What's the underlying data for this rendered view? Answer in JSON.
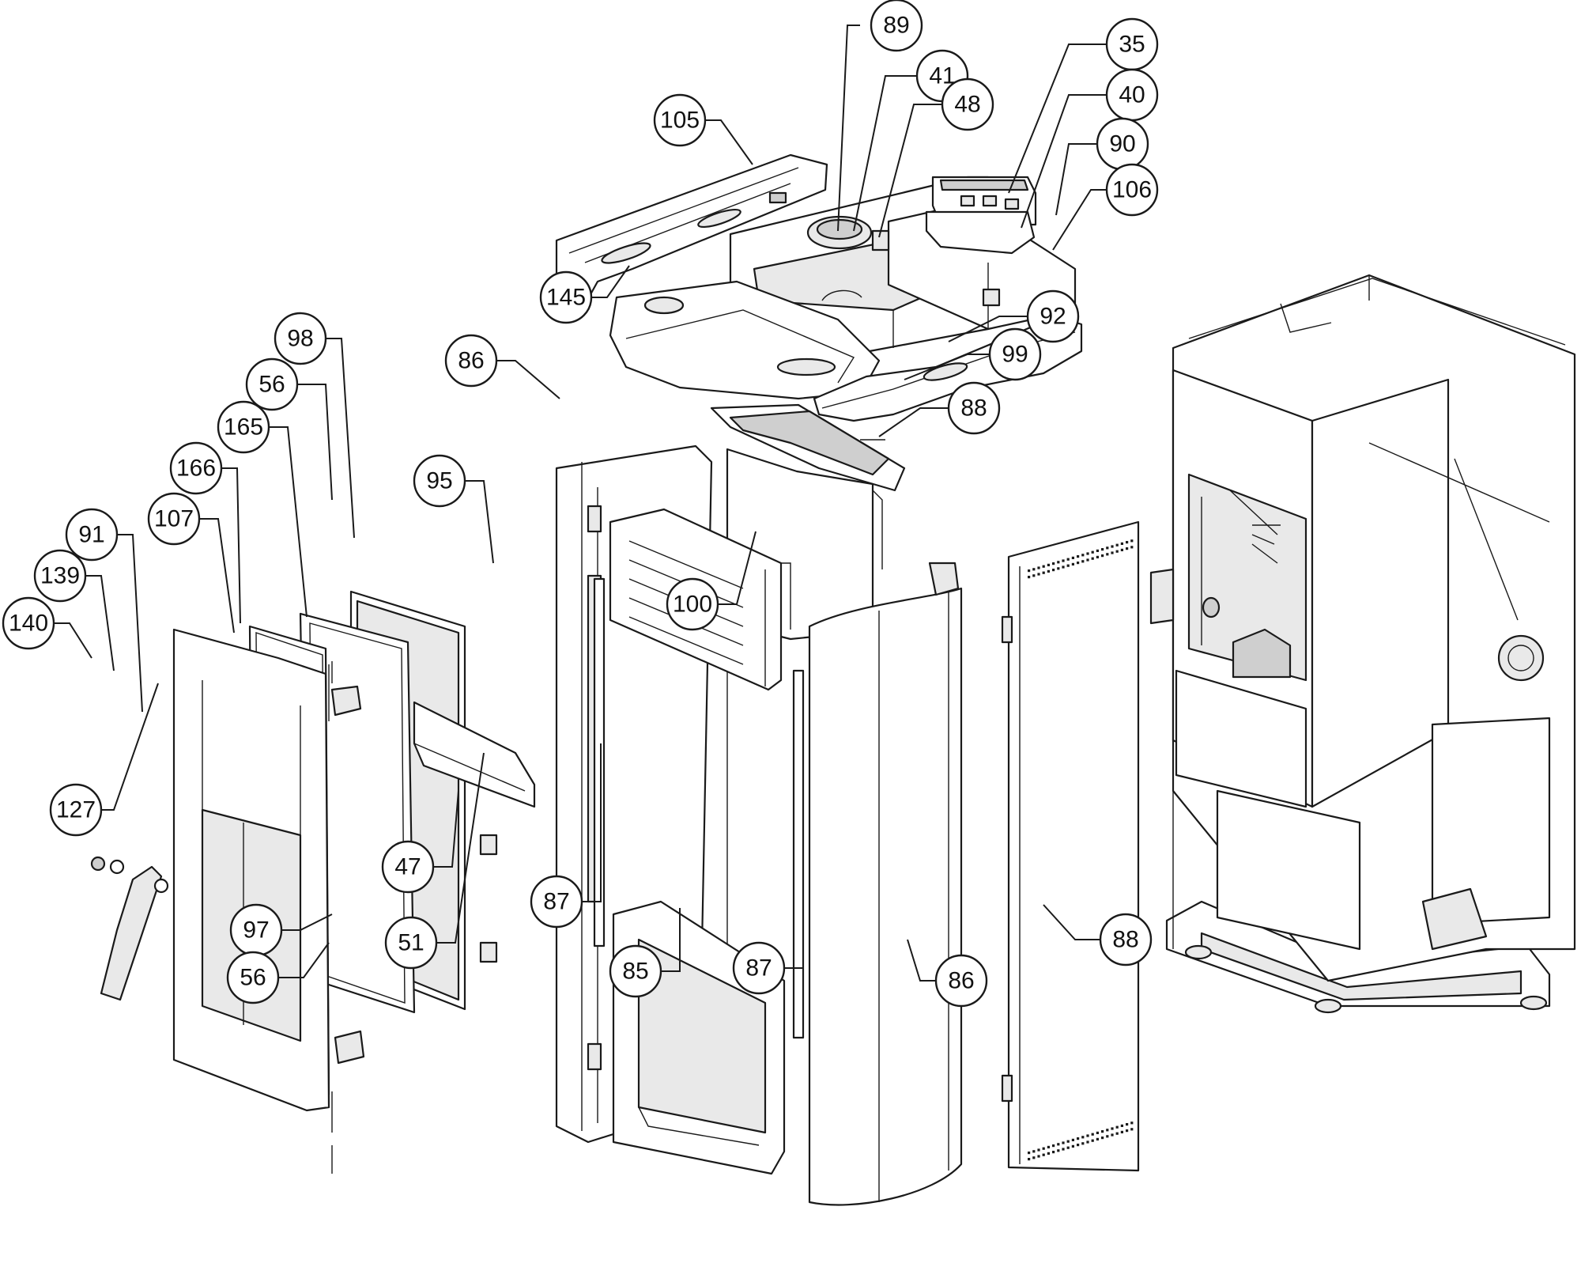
{
  "callouts": [
    {
      "id": "89"
    },
    {
      "id": "41"
    },
    {
      "id": "35"
    },
    {
      "id": "48"
    },
    {
      "id": "40"
    },
    {
      "id": "105"
    },
    {
      "id": "90"
    },
    {
      "id": "106"
    },
    {
      "id": "145"
    },
    {
      "id": "92"
    },
    {
      "id": "99"
    },
    {
      "id": "98"
    },
    {
      "id": "86"
    },
    {
      "id": "88"
    },
    {
      "id": "56"
    },
    {
      "id": "165"
    },
    {
      "id": "166"
    },
    {
      "id": "95"
    },
    {
      "id": "91"
    },
    {
      "id": "107"
    },
    {
      "id": "139"
    },
    {
      "id": "140"
    },
    {
      "id": "100"
    },
    {
      "id": "127"
    },
    {
      "id": "47"
    },
    {
      "id": "87"
    },
    {
      "id": "97"
    },
    {
      "id": "51"
    },
    {
      "id": "88"
    },
    {
      "id": "56"
    },
    {
      "id": "85"
    },
    {
      "id": "87"
    },
    {
      "id": "86"
    }
  ]
}
